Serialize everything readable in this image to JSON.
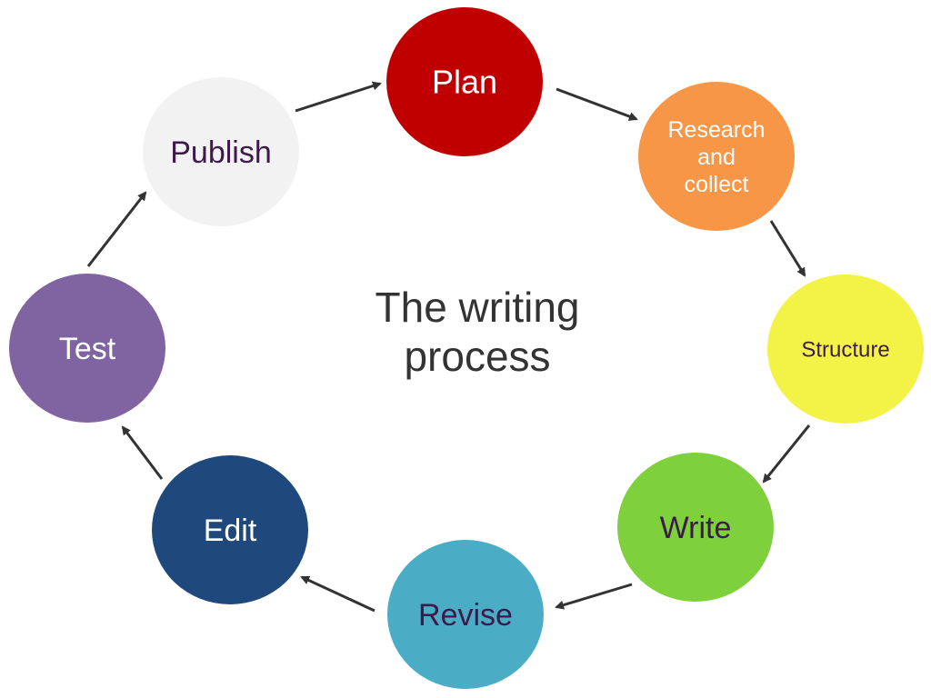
{
  "title": [
    "The writing",
    "process"
  ],
  "steps": [
    {
      "id": "plan",
      "lines": [
        "Plan"
      ],
      "fill": "#c00000",
      "text_color": "#ffffff"
    },
    {
      "id": "research",
      "lines": [
        "Research",
        "and",
        "collect"
      ],
      "fill": "#f79646",
      "text_color": "#ffffff"
    },
    {
      "id": "structure",
      "lines": [
        "Structure"
      ],
      "fill": "#f3f347",
      "text_color": "#3d1a4a"
    },
    {
      "id": "write",
      "lines": [
        "Write"
      ],
      "fill": "#7ed03c",
      "text_color": "#3d1a4a"
    },
    {
      "id": "revise",
      "lines": [
        "Revise"
      ],
      "fill": "#4bacc6",
      "text_color": "#3d1a4a"
    },
    {
      "id": "edit",
      "lines": [
        "Edit"
      ],
      "fill": "#1f497d",
      "text_color": "#ffffff"
    },
    {
      "id": "test",
      "lines": [
        "Test"
      ],
      "fill": "#8064a2",
      "text_color": "#ffffff"
    },
    {
      "id": "publish",
      "lines": [
        "Publish"
      ],
      "fill": "#f2f2f2",
      "text_color": "#3d1a4a"
    }
  ],
  "arrow_color": "#333333"
}
